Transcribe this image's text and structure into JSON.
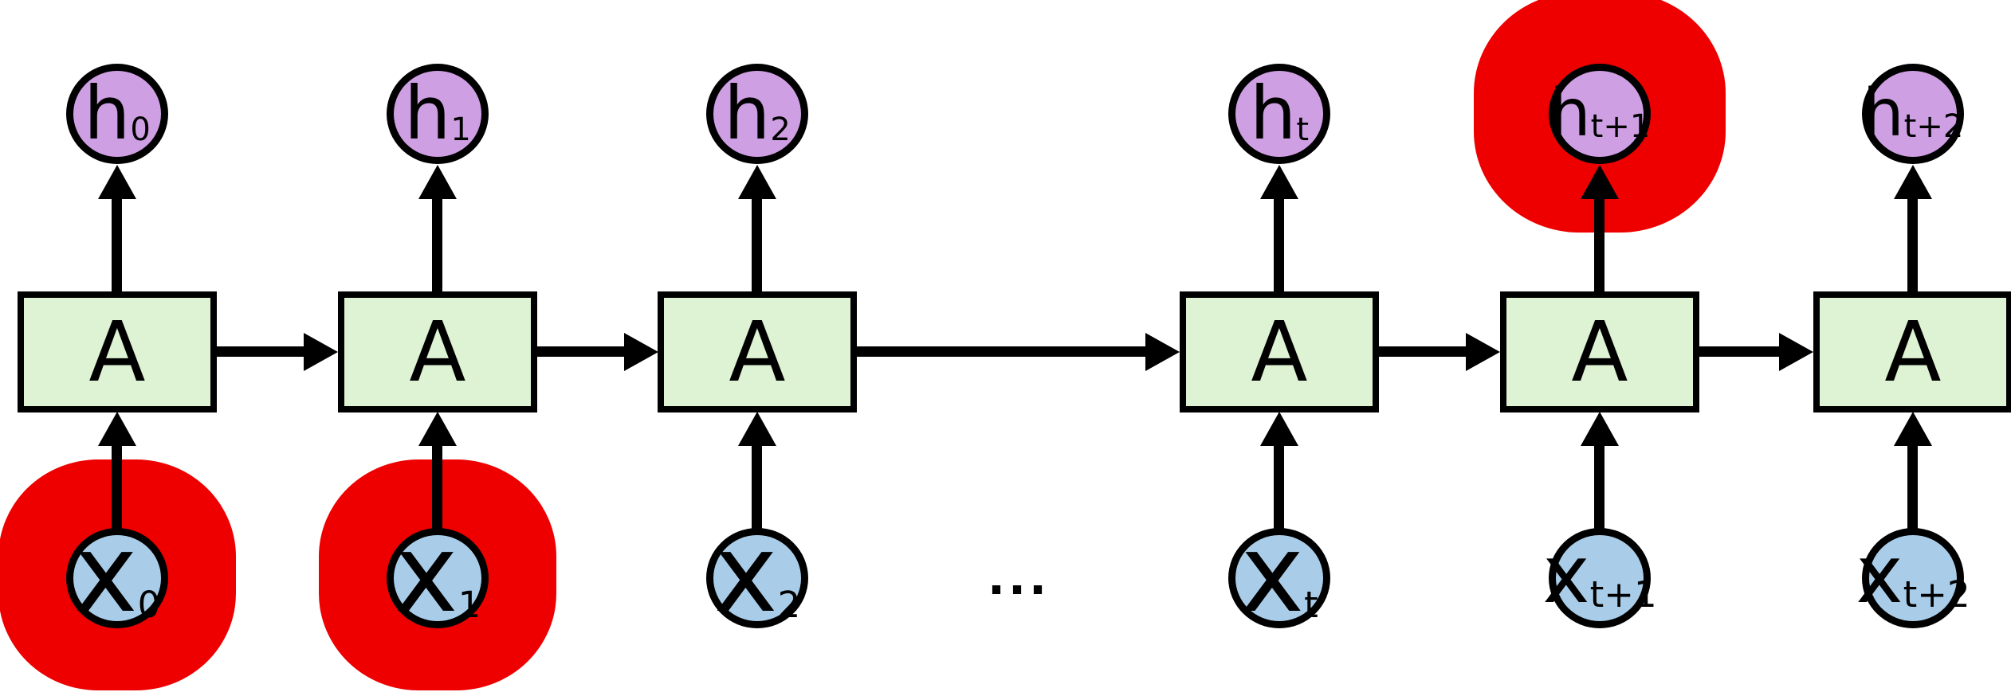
{
  "diagram": {
    "cell_letter": "A",
    "ellipsis": "..."
  },
  "nodes": {
    "outputs": [
      {
        "main": "h",
        "sub": "0",
        "highlighted": false
      },
      {
        "main": "h",
        "sub": "1",
        "highlighted": false
      },
      {
        "main": "h",
        "sub": "2",
        "highlighted": false
      },
      {
        "main": "h",
        "sub": "t",
        "highlighted": false
      },
      {
        "main": "h",
        "sub": "t+1",
        "highlighted": true
      },
      {
        "main": "h",
        "sub": "t+2",
        "highlighted": false
      }
    ],
    "cells": [
      "A",
      "A",
      "A",
      "A",
      "A",
      "A"
    ],
    "inputs": [
      {
        "main": "x",
        "sub": "0",
        "highlighted": true
      },
      {
        "main": "x",
        "sub": "1",
        "highlighted": true
      },
      {
        "main": "x",
        "sub": "2",
        "highlighted": false
      },
      {
        "main": "x",
        "sub": "t",
        "highlighted": false
      },
      {
        "main": "x",
        "sub": "t+1",
        "highlighted": false
      },
      {
        "main": "x",
        "sub": "t+2",
        "highlighted": false
      }
    ]
  },
  "colors": {
    "output_fill": "#cf9fe4",
    "input_fill": "#a9cde9",
    "cell_fill": "#def2d4",
    "highlight": "#ee0000",
    "stroke": "#000000",
    "background": "#ffffff"
  }
}
